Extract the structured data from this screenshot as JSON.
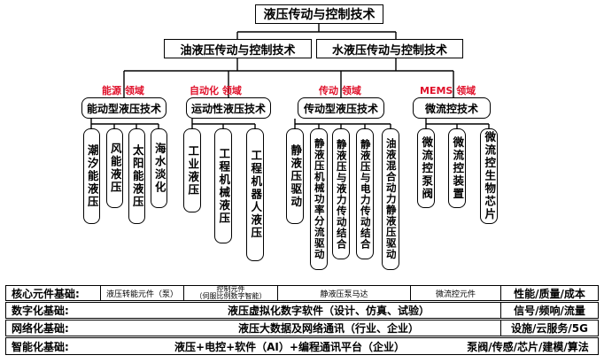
{
  "title": "液压传动与控制技术",
  "level2": {
    "left": "油液压传动与控制技术",
    "right": "水液压传动与控制技术"
  },
  "domains": [
    {
      "prefix": "能源",
      "suffix": "领域"
    },
    {
      "prefix": "自动化",
      "suffix": "领域"
    },
    {
      "prefix": "传动",
      "suffix": "领域"
    },
    {
      "prefix": "MEMS",
      "suffix": "领域"
    }
  ],
  "categories": [
    "能动型液压技术",
    "运动性液压技术",
    "传动型液压技术",
    "微流控技术"
  ],
  "leaves": [
    "潮汐能液压",
    "风能液压",
    "太阳能液压",
    "海水淡化",
    "工业液压",
    "工程机械液压",
    "工程机器人液压",
    "静液压驱动",
    "静液压机械功率分流驱动",
    "静液压与液力传动结合",
    "静液压与电力传动结合",
    "油液混合动力静液压驱动",
    "微流控泵阀",
    "微流控装置",
    "微流控生物芯片"
  ],
  "foundations": {
    "core": {
      "label": "核心元件基础:",
      "items": [
        "液压转能元件（泵）",
        "控制元件\n（伺服比例数字智能）",
        "静液压泵马达",
        "微流控元件"
      ],
      "right": "性能/质量/成本"
    },
    "digital": {
      "label": "数字化基础:",
      "center": "液压虚拟化数字软件（设计、仿真、试验）",
      "right": "信号/频响/流量"
    },
    "network": {
      "label": "网络化基础:",
      "center": "液压大数据及网络通讯（行业、企业）",
      "right": "设施/云服务/5G"
    },
    "intelligent": {
      "label": "智能化基础:",
      "center": "液压+电控+软件（AI）+编程通讯平台（企业）",
      "right": "泵阀/传感/芯片/建模/算法"
    }
  },
  "colors": {
    "accent": "#e0102a",
    "line": "#000000"
  }
}
